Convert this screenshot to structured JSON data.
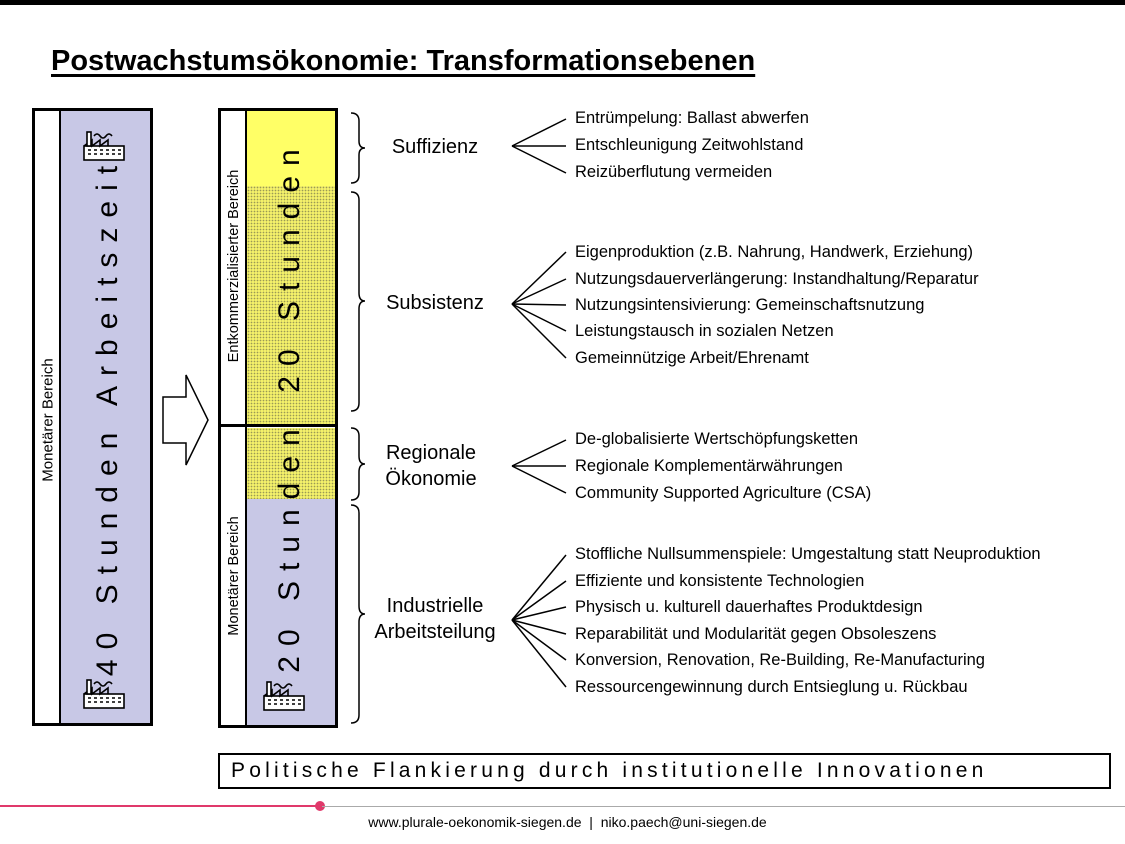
{
  "title": "Postwachstumsökonomie: Transformationsebenen",
  "left_bar": {
    "side_label": "Monetärer Bereich",
    "main_text": "40 Stunden Arbeitszeit"
  },
  "right_bar": {
    "upper_side_label": "Entkommerzialisierter  Bereich",
    "lower_side_label": "Monetärer Bereich",
    "upper_text": "20 Stunden",
    "lower_text": "20 Stunden"
  },
  "categories": [
    {
      "label": "Suffizienz",
      "items": [
        "Entrümpelung: Ballast abwerfen",
        "Entschleunigung Zeitwohlstand",
        "Reizüberflutung vermeiden"
      ]
    },
    {
      "label": "Subsistenz",
      "items": [
        "Eigenproduktion (z.B. Nahrung, Handwerk, Erziehung)",
        "Nutzungsdauerverlängerung: Instandhaltung/Reparatur",
        "Nutzungsintensivierung: Gemeinschaftsnutzung",
        "Leistungstausch in sozialen Netzen",
        "Gemeinnützige Arbeit/Ehrenamt"
      ]
    },
    {
      "label_line1": "Regionale",
      "label_line2": "Ökonomie",
      "items": [
        "De-globalisierte Wertschöpfungsketten",
        "Regionale Komplementärwährungen",
        "Community Supported Agriculture (CSA)"
      ]
    },
    {
      "label_line1": "Industrielle",
      "label_line2": "Arbeitsteilung",
      "items": [
        "Stoffliche Nullsummenspiele: Umgestaltung statt Neuproduktion",
        "Effiziente und konsistente Technologien",
        "Physisch u. kulturell dauerhaftes Produktdesign",
        "Reparabilität und Modularität gegen Obsoleszens",
        "Konversion, Renovation, Re-Building, Re-Manufacturing",
        "Ressourcengewinnung durch Entsieglung u. Rückbau"
      ]
    }
  ],
  "bottom_box": "Politische Flankierung durch institutionelle Innovationen",
  "footer": "www.plurale-oekonomik-siegen.de  |  niko.paech@uni-siegen.de",
  "colors": {
    "lavender": "#c8c8e6",
    "yellow": "#ffff66",
    "accent_line": "#e0396b"
  },
  "icons": [
    "factory-icon",
    "arrow-right-icon"
  ]
}
